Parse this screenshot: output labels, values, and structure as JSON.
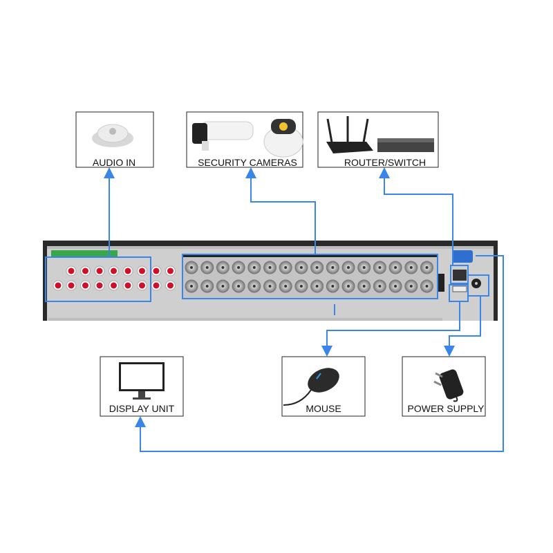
{
  "devices": {
    "audio_in": {
      "label": "AUDIO IN",
      "icon": "microphone-icon"
    },
    "security_cameras": {
      "label": "SECURITY CAMERAS",
      "icon": "camera-icon"
    },
    "router_switch": {
      "label": "ROUTER/SWITCH",
      "icon": "router-icon"
    },
    "display_unit": {
      "label": "DISPLAY UNIT",
      "icon": "monitor-icon"
    },
    "mouse": {
      "label": "MOUSE",
      "icon": "mouse-icon"
    },
    "power_supply": {
      "label": "POWER SUPPLY",
      "icon": "power-adapter-icon"
    }
  },
  "colors": {
    "connector_line": "#3a86e8",
    "dvr_panel": "#c9c9c9",
    "dvr_top": "#2a2a2a",
    "rca_red": "#d0102a"
  }
}
